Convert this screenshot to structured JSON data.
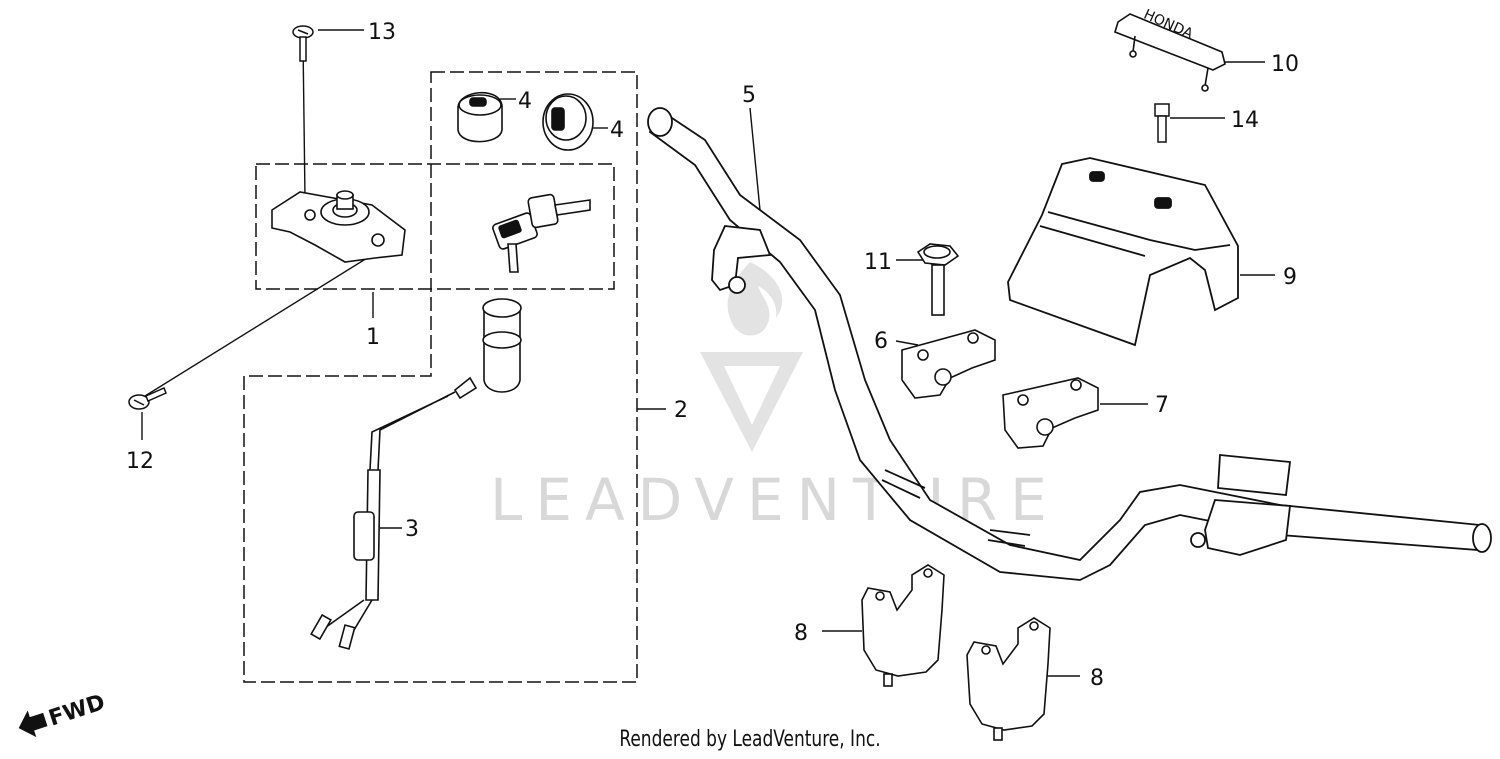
{
  "diagram": {
    "callouts": [
      "1",
      "2",
      "3",
      "4",
      "4",
      "5",
      "6",
      "7",
      "8",
      "8",
      "9",
      "10",
      "11",
      "12",
      "13",
      "14"
    ],
    "direction_label": "FWD",
    "watermark_text": "LEADVENTURE",
    "stamp_text": "HONDA",
    "footer_text": "Rendered by LeadVenture, Inc.",
    "colors": {
      "line": "#111111",
      "watermark": "#d8d8d8"
    }
  }
}
